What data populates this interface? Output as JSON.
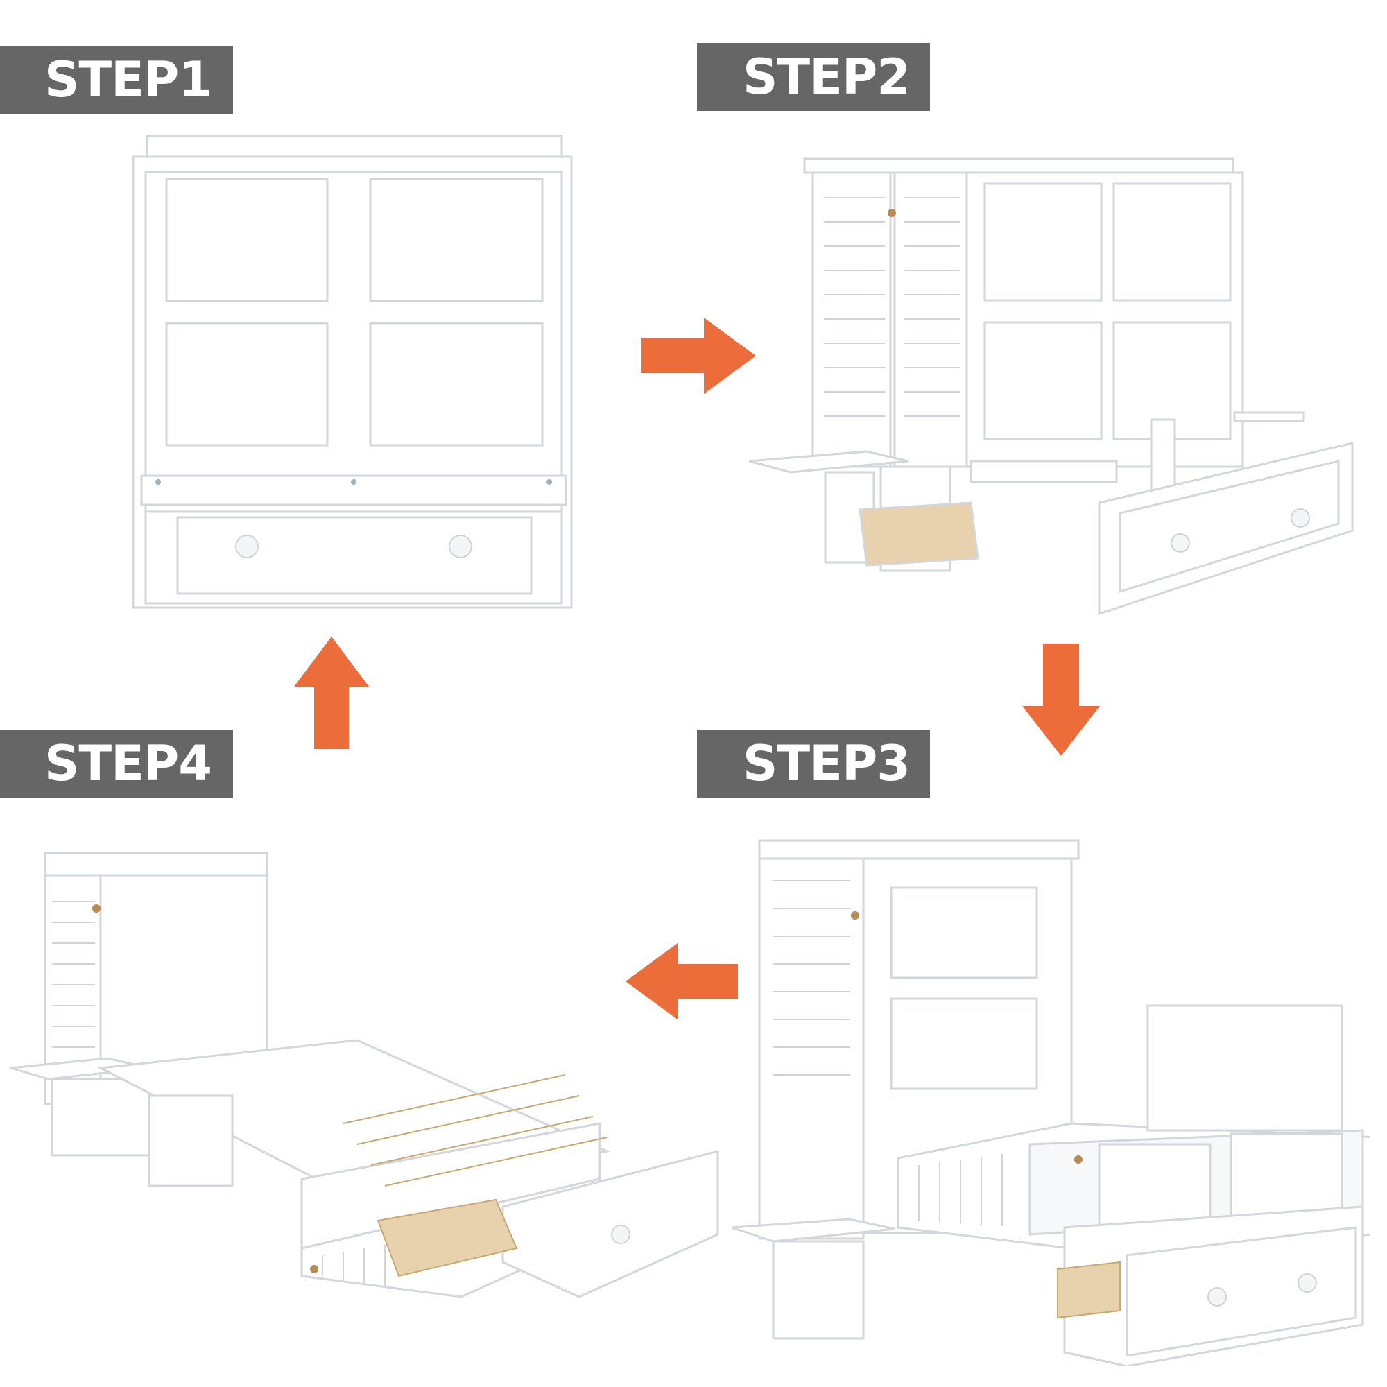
{
  "steps": [
    {
      "label": "STEP1"
    },
    {
      "label": "STEP2"
    },
    {
      "label": "STEP3"
    },
    {
      "label": "STEP4"
    }
  ],
  "colors": {
    "label_bg": "#666666",
    "label_text": "#ffffff",
    "arrow": "#ec6c3a",
    "furniture": "#ffffff",
    "furniture_edge": "#d3d6da",
    "wood": "#e8d2ad"
  },
  "arrows": [
    {
      "from": "STEP1",
      "to": "STEP2",
      "direction": "right"
    },
    {
      "from": "STEP2",
      "to": "STEP3",
      "direction": "down"
    },
    {
      "from": "STEP3",
      "to": "STEP4",
      "direction": "left"
    },
    {
      "from": "STEP4",
      "to": "STEP1",
      "direction": "up"
    }
  ],
  "icons": [
    "arrow-right-icon",
    "arrow-down-icon",
    "arrow-left-icon",
    "arrow-up-icon"
  ]
}
